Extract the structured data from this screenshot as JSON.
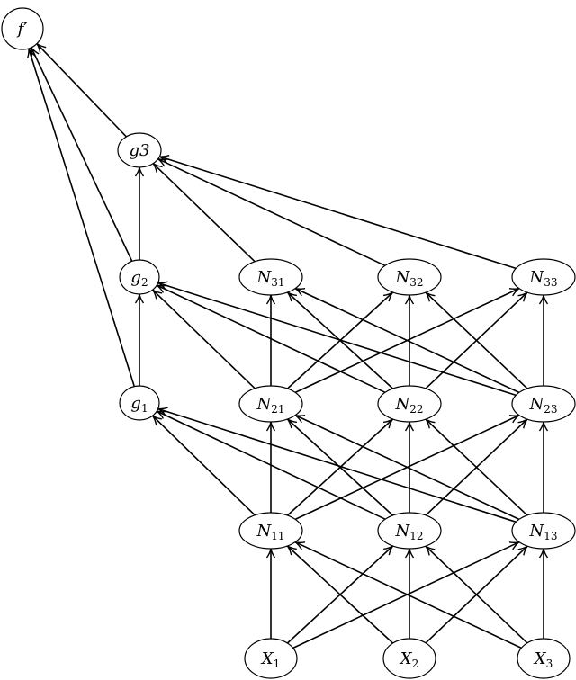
{
  "diagram": {
    "type": "directed-graph",
    "nodes": [
      {
        "id": "fp",
        "label": "f′",
        "sub": ""
      },
      {
        "id": "g3",
        "label": "g3",
        "sub": ""
      },
      {
        "id": "g2",
        "label": "g",
        "sub": "2"
      },
      {
        "id": "g1",
        "label": "g",
        "sub": "1"
      },
      {
        "id": "N31",
        "label": "N",
        "sub": "31"
      },
      {
        "id": "N32",
        "label": "N",
        "sub": "32"
      },
      {
        "id": "N33",
        "label": "N",
        "sub": "33"
      },
      {
        "id": "N21",
        "label": "N",
        "sub": "21"
      },
      {
        "id": "N22",
        "label": "N",
        "sub": "22"
      },
      {
        "id": "N23",
        "label": "N",
        "sub": "23"
      },
      {
        "id": "N11",
        "label": "N",
        "sub": "11"
      },
      {
        "id": "N12",
        "label": "N",
        "sub": "12"
      },
      {
        "id": "N13",
        "label": "N",
        "sub": "13"
      },
      {
        "id": "X1",
        "label": "X",
        "sub": "1"
      },
      {
        "id": "X2",
        "label": "X",
        "sub": "2"
      },
      {
        "id": "X3",
        "label": "X",
        "sub": "3"
      }
    ],
    "edges": [
      [
        "X1",
        "N11"
      ],
      [
        "X1",
        "N12"
      ],
      [
        "X1",
        "N13"
      ],
      [
        "X2",
        "N11"
      ],
      [
        "X2",
        "N12"
      ],
      [
        "X2",
        "N13"
      ],
      [
        "X3",
        "N11"
      ],
      [
        "X3",
        "N12"
      ],
      [
        "X3",
        "N13"
      ],
      [
        "N11",
        "N21"
      ],
      [
        "N11",
        "N22"
      ],
      [
        "N11",
        "N23"
      ],
      [
        "N12",
        "N21"
      ],
      [
        "N12",
        "N22"
      ],
      [
        "N12",
        "N23"
      ],
      [
        "N13",
        "N21"
      ],
      [
        "N13",
        "N22"
      ],
      [
        "N13",
        "N23"
      ],
      [
        "N21",
        "N31"
      ],
      [
        "N21",
        "N32"
      ],
      [
        "N21",
        "N33"
      ],
      [
        "N22",
        "N31"
      ],
      [
        "N22",
        "N32"
      ],
      [
        "N22",
        "N33"
      ],
      [
        "N23",
        "N31"
      ],
      [
        "N23",
        "N32"
      ],
      [
        "N23",
        "N33"
      ],
      [
        "N11",
        "g1"
      ],
      [
        "N12",
        "g1"
      ],
      [
        "N13",
        "g1"
      ],
      [
        "N21",
        "g2"
      ],
      [
        "N22",
        "g2"
      ],
      [
        "N23",
        "g2"
      ],
      [
        "N31",
        "g3"
      ],
      [
        "N32",
        "g3"
      ],
      [
        "N33",
        "g3"
      ],
      [
        "g1",
        "g2"
      ],
      [
        "g2",
        "g3"
      ],
      [
        "g1",
        "fp"
      ],
      [
        "g2",
        "fp"
      ],
      [
        "g3",
        "fp"
      ]
    ]
  }
}
